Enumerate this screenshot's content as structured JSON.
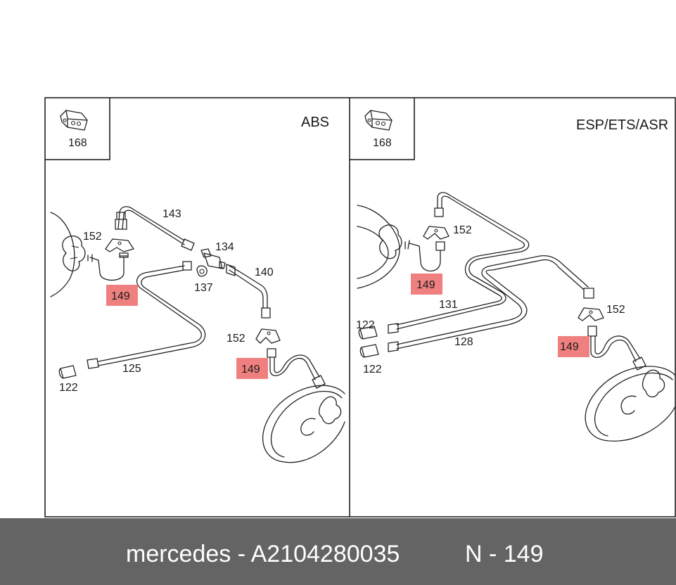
{
  "panels": {
    "left": {
      "title": "ABS",
      "kit_number": "168",
      "labels": {
        "l143": "143",
        "l152a": "152",
        "l134": "134",
        "l140": "140",
        "l137": "137",
        "l149a": "149",
        "l152b": "152",
        "l149b": "149",
        "l125": "125",
        "l122": "122"
      }
    },
    "right": {
      "title": "ESP/ETS/ASR",
      "kit_number": "168",
      "labels": {
        "l152a": "152",
        "l149a": "149",
        "l131": "131",
        "l122a": "122",
        "l128": "128",
        "l122b": "122",
        "l152b": "152",
        "l149b": "149"
      }
    }
  },
  "highlight_color": "#f08080",
  "footer": {
    "brand": "mercedes - A2104280035",
    "part": "N - 149"
  }
}
